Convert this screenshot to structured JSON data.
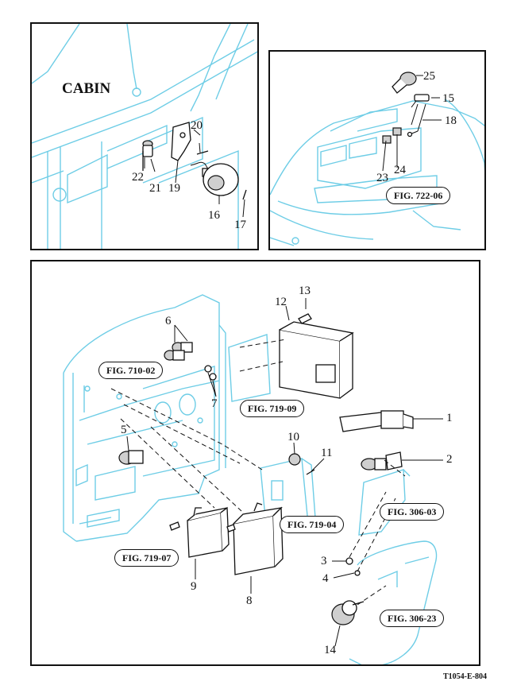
{
  "cabin_panel": {
    "title": "CABIN",
    "callouts": [
      "20",
      "22",
      "21",
      "19",
      "16",
      "17"
    ]
  },
  "dash_panel": {
    "callouts": [
      "25",
      "15",
      "18",
      "23",
      "24"
    ],
    "fig_ref": "FIG. 722-06"
  },
  "main_panel": {
    "callouts": [
      "13",
      "12",
      "6",
      "7",
      "1",
      "5",
      "2",
      "10",
      "11",
      "3",
      "4",
      "9",
      "8",
      "14"
    ],
    "fig_refs": [
      "FIG. 710-02",
      "FIG. 719-09",
      "FIG. 306-03",
      "FIG. 719-04",
      "FIG. 719-07",
      "FIG. 306-23"
    ]
  },
  "doc_id": "T1054-E-804",
  "colors": {
    "line_art": "#6ecde6",
    "ink": "#111111"
  }
}
